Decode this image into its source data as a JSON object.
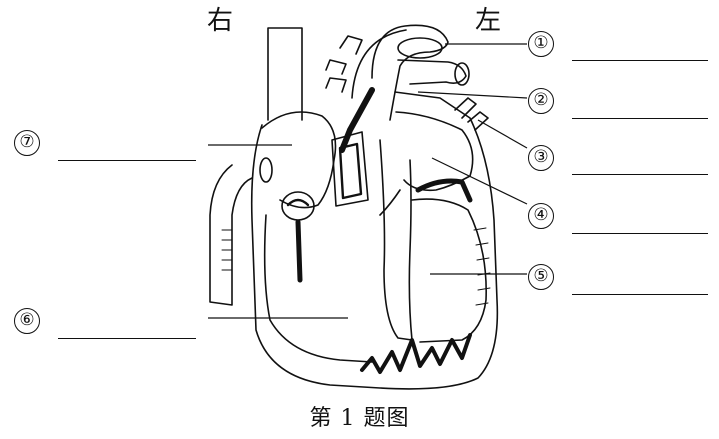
{
  "side_labels": {
    "right": "右",
    "left": "左"
  },
  "caption": "第 1 题图",
  "markers": [
    {
      "id": "1",
      "symbol": "①"
    },
    {
      "id": "2",
      "symbol": "②"
    },
    {
      "id": "3",
      "symbol": "③"
    },
    {
      "id": "4",
      "symbol": "④"
    },
    {
      "id": "5",
      "symbol": "⑤"
    },
    {
      "id": "6",
      "symbol": "⑥"
    },
    {
      "id": "7",
      "symbol": "⑦"
    }
  ]
}
